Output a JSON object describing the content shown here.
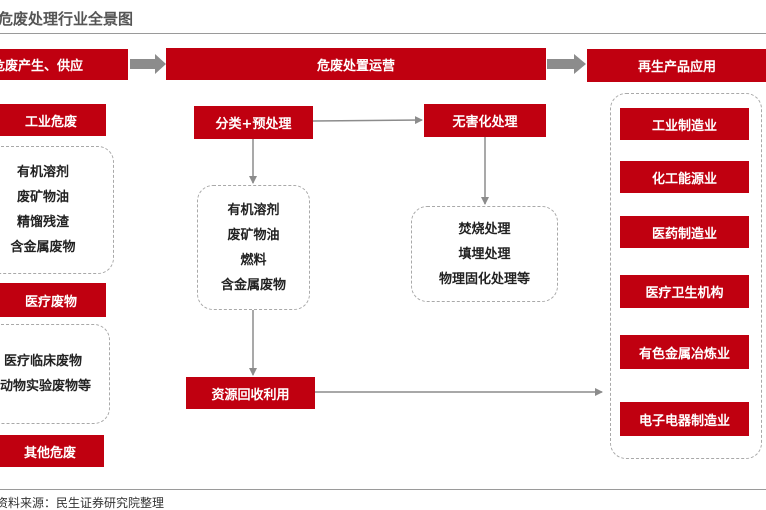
{
  "title": "危废处理行业全景图",
  "headers": {
    "produce_supply": "危废产生、供应",
    "disposal_operation": "危废处置运营",
    "recycled_application": "再生产品应用"
  },
  "sources": {
    "industrial": {
      "label": "工业危废",
      "items": [
        "有机溶剂",
        "废矿物油",
        "精馏残渣",
        "含金属废物"
      ]
    },
    "medical": {
      "label": "医疗废物",
      "items": [
        "医疗临床废物",
        "动物实验废物等"
      ]
    },
    "other": {
      "label": "其他危废"
    }
  },
  "process": {
    "pretreatment": {
      "label": "分类+预处理",
      "items": [
        "有机溶剂",
        "废矿物油",
        "燃料",
        "含金属废物"
      ]
    },
    "harmless": {
      "label": "无害化处理",
      "items": [
        "焚烧处理",
        "填埋处理",
        "物理固化处理等"
      ]
    },
    "recycling": {
      "label": "资源回收利用"
    }
  },
  "applications": [
    "工业制造业",
    "化工能源业",
    "医药制造业",
    "医疗卫生机构",
    "有色金属冶炼业",
    "电子电器制造业"
  ],
  "source_note": "资料来源：民生证券研究院整理"
}
